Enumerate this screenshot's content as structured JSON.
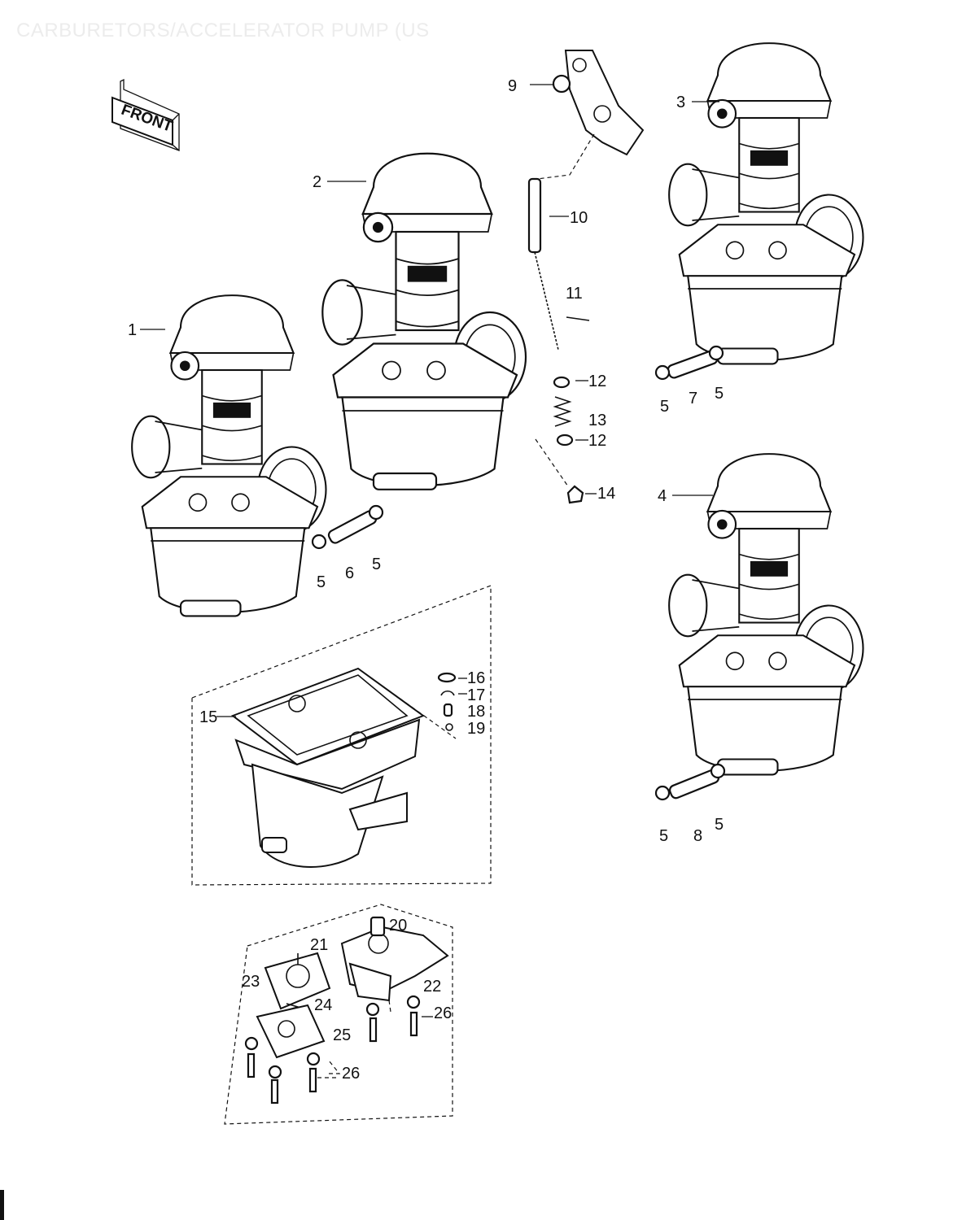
{
  "header": {
    "title": "CARBURETORS/ACCELERATOR PUMP (US"
  },
  "front_badge": {
    "text": "FRONT"
  },
  "callouts": [
    {
      "id": "c1",
      "text": "1"
    },
    {
      "id": "c2",
      "text": "2"
    },
    {
      "id": "c3",
      "text": "3"
    },
    {
      "id": "c4",
      "text": "4"
    },
    {
      "id": "c5a",
      "text": "5"
    },
    {
      "id": "c5b",
      "text": "5"
    },
    {
      "id": "c5c",
      "text": "5"
    },
    {
      "id": "c5d",
      "text": "5"
    },
    {
      "id": "c5e",
      "text": "5"
    },
    {
      "id": "c5f",
      "text": "5"
    },
    {
      "id": "c6",
      "text": "6"
    },
    {
      "id": "c7",
      "text": "7"
    },
    {
      "id": "c8",
      "text": "8"
    },
    {
      "id": "c9",
      "text": "9"
    },
    {
      "id": "c10",
      "text": "10"
    },
    {
      "id": "c11",
      "text": "11"
    },
    {
      "id": "c12a",
      "text": "12"
    },
    {
      "id": "c12b",
      "text": "12"
    },
    {
      "id": "c13",
      "text": "13"
    },
    {
      "id": "c14",
      "text": "14"
    },
    {
      "id": "c15",
      "text": "15"
    },
    {
      "id": "c16",
      "text": "16"
    },
    {
      "id": "c17",
      "text": "17"
    },
    {
      "id": "c18",
      "text": "18"
    },
    {
      "id": "c19",
      "text": "19"
    },
    {
      "id": "c20",
      "text": "20"
    },
    {
      "id": "c21",
      "text": "21"
    },
    {
      "id": "c22",
      "text": "22"
    },
    {
      "id": "c23",
      "text": "23"
    },
    {
      "id": "c24",
      "text": "24"
    },
    {
      "id": "c25",
      "text": "25"
    },
    {
      "id": "c26a",
      "text": "26"
    },
    {
      "id": "c26b",
      "text": "26"
    }
  ]
}
